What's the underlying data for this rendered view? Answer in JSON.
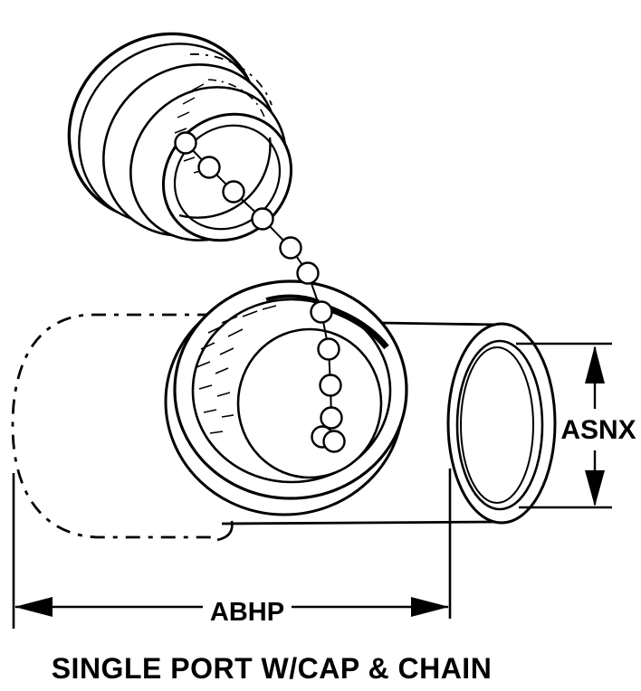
{
  "title": "SINGLE PORT W/CAP & CHAIN",
  "dimension_labels": {
    "height": "ASNX",
    "length": "ABHP"
  },
  "colors": {
    "line": "#000000",
    "background": "#ffffff"
  }
}
